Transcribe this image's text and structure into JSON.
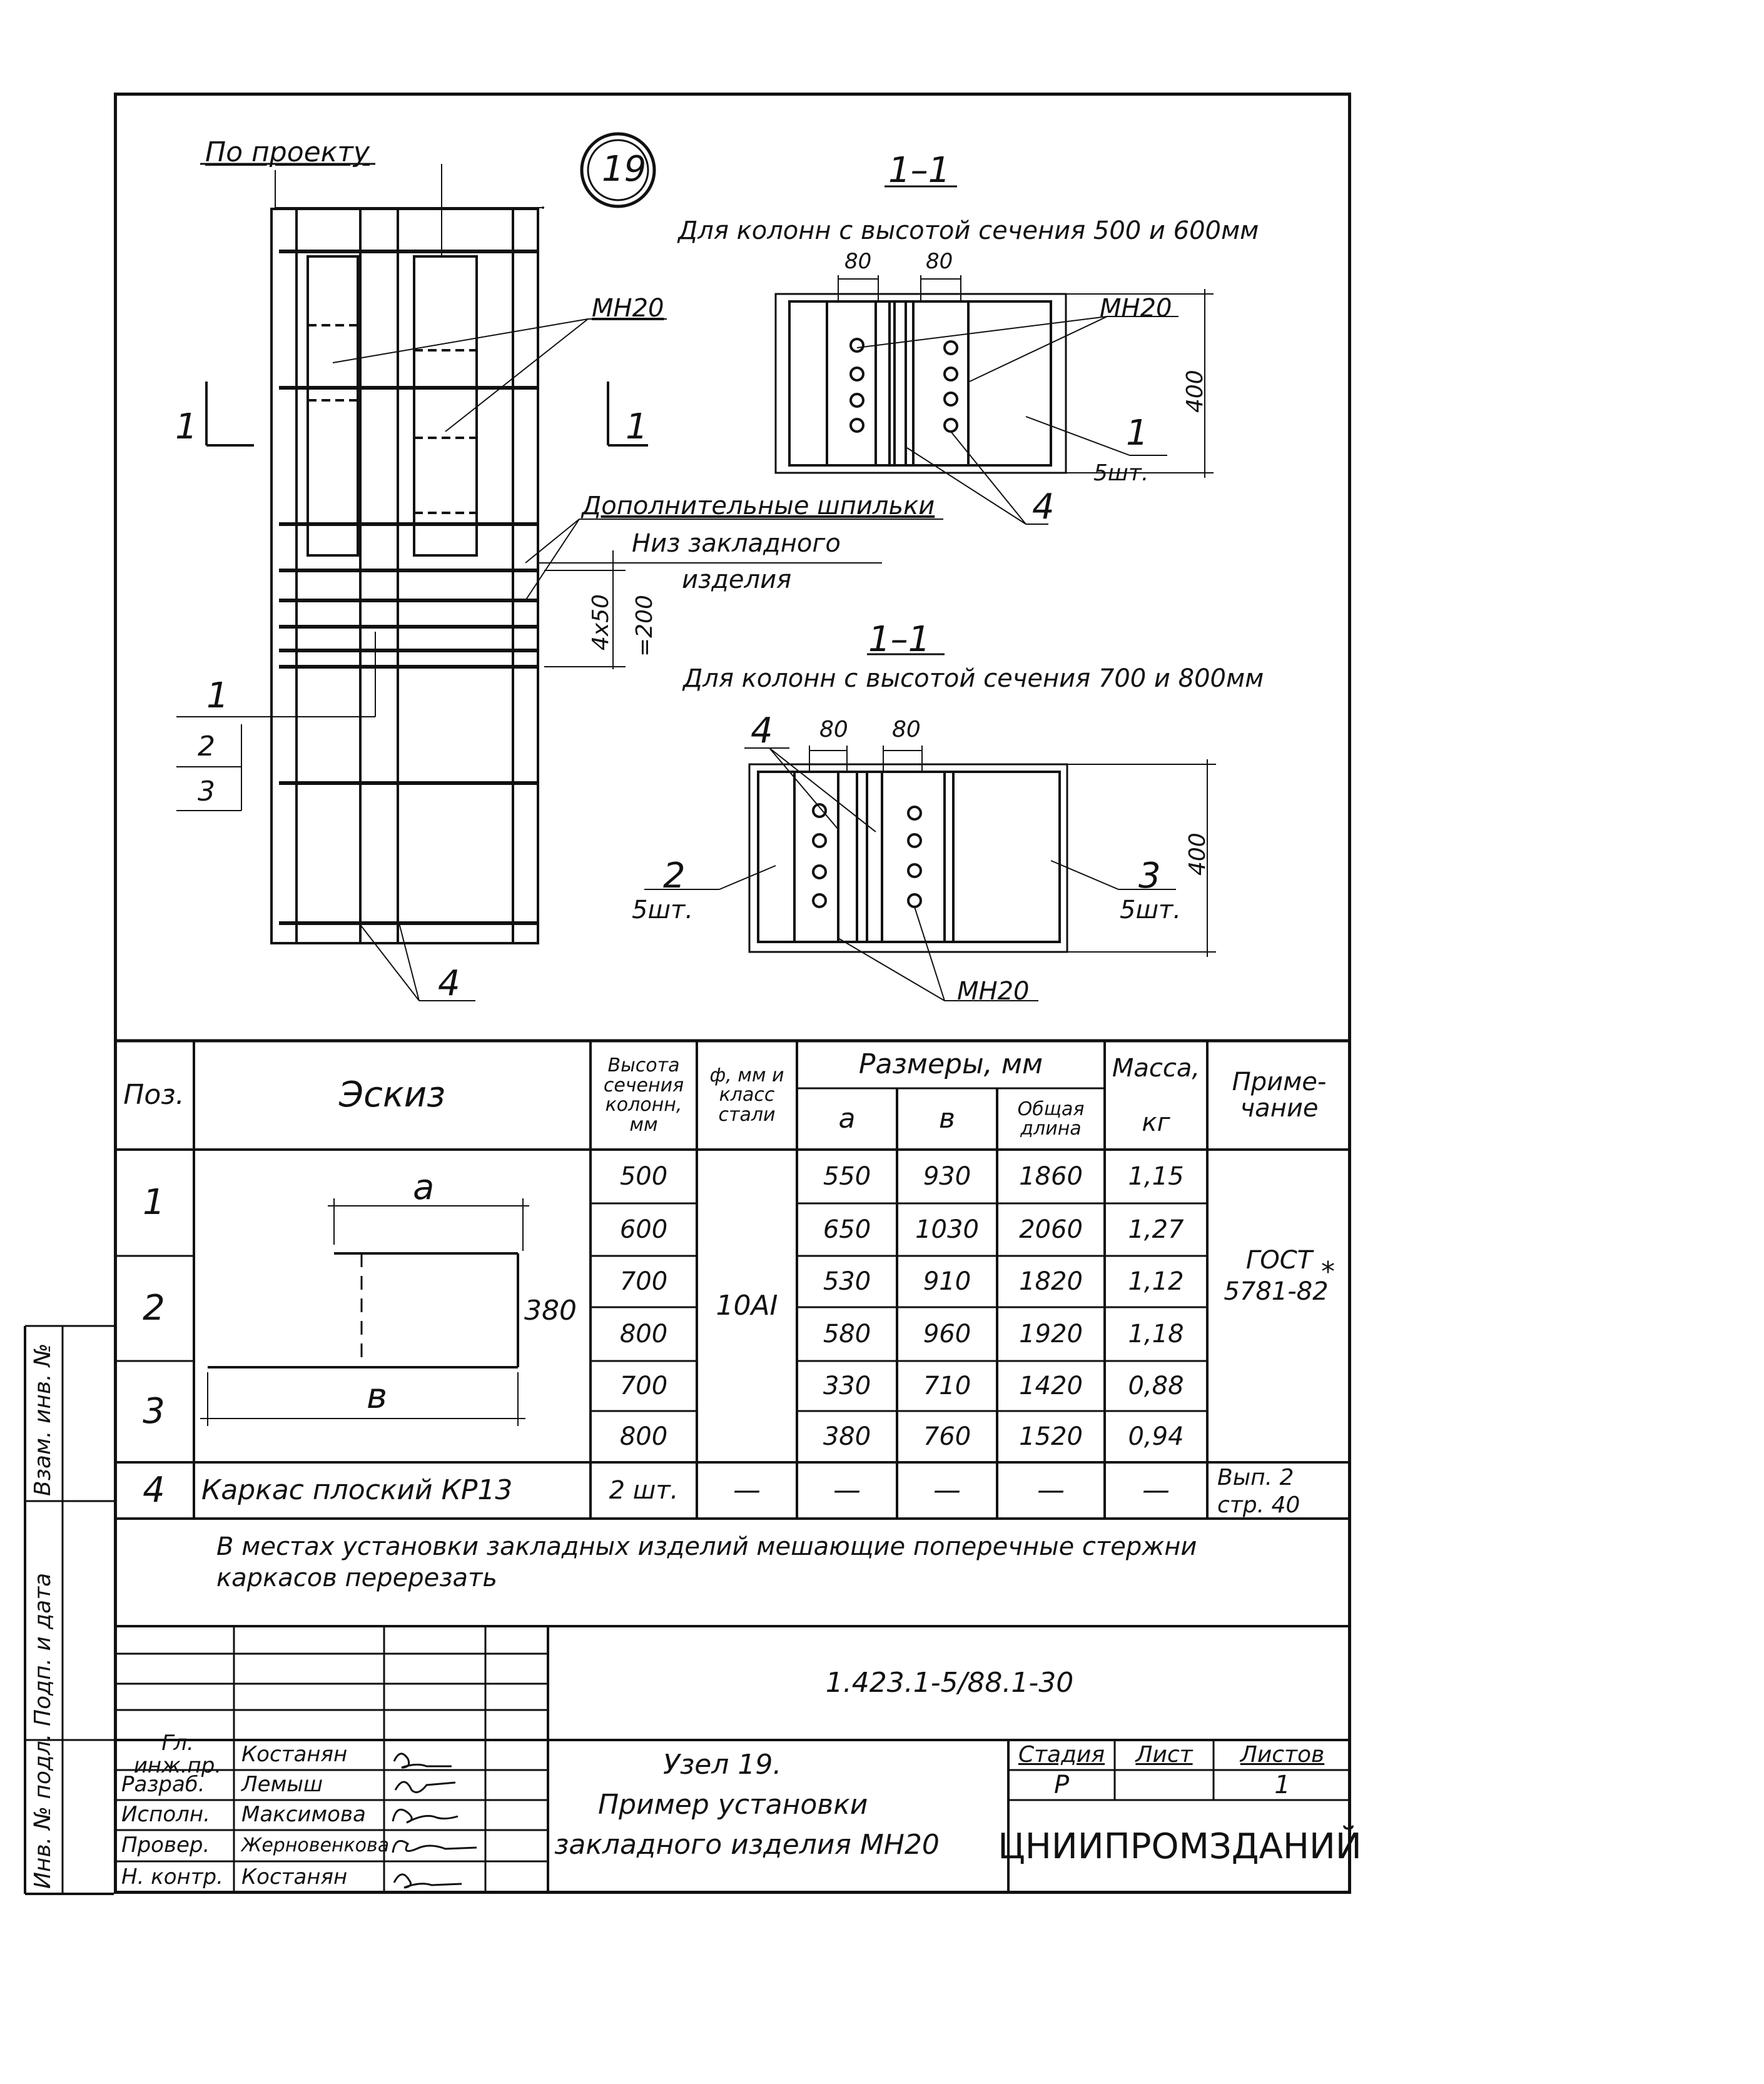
{
  "drawing": {
    "node_number": "19",
    "by_project": "По проекту",
    "section_marker": "1",
    "mn_label": "МН20",
    "extra_pins": "Дополнительные шпильки",
    "bottom_label_1": "Низ закладного",
    "bottom_label_2": "изделия",
    "spacing_dim": "4x50",
    "spacing_total": "=200",
    "pos_1": "1",
    "pos_2": "2",
    "pos_3": "3",
    "pos_4": "4",
    "section_1": {
      "title": "1–1",
      "caption": "Для колонн с высотой сечения 500 и 600мм",
      "dim_80a": "80",
      "dim_80b": "80",
      "dim_400": "400",
      "mn_label": "МН20",
      "qty_1": "1",
      "qty_1_count": "5шт.",
      "pos_4": "4"
    },
    "section_2": {
      "title": "1–1",
      "caption": "Для колонн с высотой сечения 700 и 800мм",
      "dim_80a": "80",
      "dim_80b": "80",
      "dim_400": "400",
      "pos_4": "4",
      "pos_2": "2",
      "pos_2_count": "5шт.",
      "pos_3": "3",
      "pos_3_count": "5шт.",
      "mn_label": "МН20"
    }
  },
  "spec_table": {
    "headers": {
      "pos": "Поз.",
      "sketch": "Эскиз",
      "height": "Высота сечения колонн, мм",
      "diameter": "ф, мм и класс стали",
      "dims": "Размеры, мм",
      "dim_a": "а",
      "dim_b": "в",
      "dim_total": "Общая длина",
      "mass": "Масса,",
      "mass_unit": "кг",
      "note": "Приме-чание"
    },
    "sketch_labels": {
      "a": "а",
      "b": "в",
      "h": "380"
    },
    "rows": [
      {
        "pos": "1",
        "height": "500",
        "a": "550",
        "b": "930",
        "total": "1860",
        "mass": "1,15"
      },
      {
        "pos": "",
        "height": "600",
        "a": "650",
        "b": "1030",
        "total": "2060",
        "mass": "1,27"
      },
      {
        "pos": "2",
        "height": "700",
        "a": "530",
        "b": "910",
        "total": "1820",
        "mass": "1,12"
      },
      {
        "pos": "",
        "height": "800",
        "a": "580",
        "b": "960",
        "total": "1920",
        "mass": "1,18"
      },
      {
        "pos": "3",
        "height": "700",
        "a": "330",
        "b": "710",
        "total": "1420",
        "mass": "0,88"
      },
      {
        "pos": "",
        "height": "800",
        "a": "380",
        "b": "760",
        "total": "1520",
        "mass": "0,94"
      }
    ],
    "steel": "10АI",
    "gost_1": "ГОСТ",
    "gost_2": "5781-82",
    "gost_star": "*",
    "row4": {
      "pos": "4",
      "name": "Каркас плоский КР13",
      "qty": "2 шт.",
      "dash": "—",
      "note_1": "Вып. 2",
      "note_2": "стр. 40"
    },
    "note_1": "В местах установки закладных изделий мешающие поперечные стержни",
    "note_2": "каркасов перерезать"
  },
  "title_block": {
    "code": "1.423.1-5/88.1-30",
    "roles": [
      "Гл. инж.пр.",
      "Разраб.",
      "Исполн.",
      "Провер.",
      "Н. контр."
    ],
    "names": [
      "Костанян",
      "Лемыш",
      "Максимова",
      "Жерновенкова",
      "Костанян"
    ],
    "title_1": "Узел 19.",
    "title_2": "Пример установки",
    "title_3": "закладного изделия МН20",
    "stage_h": "Стадия",
    "sheet_h": "Лист",
    "sheets_h": "Листов",
    "stage": "Р",
    "sheet": "",
    "sheets": "1",
    "org": "ЦНИИПРОМЗДАНИЙ"
  },
  "side_stamps": {
    "inv_ref": "Взам. инв. №",
    "sign_date": "Подп. и дата",
    "inv_orig": "Инв. № подл."
  }
}
